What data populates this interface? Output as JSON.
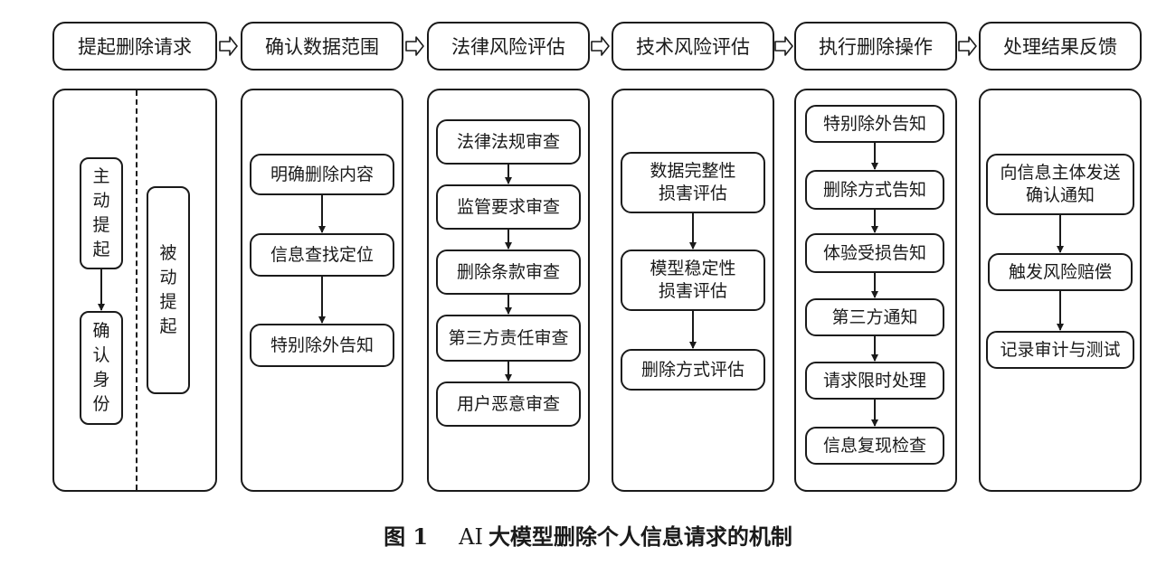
{
  "stages": [
    {
      "header": "提起删除请求",
      "steps": []
    },
    {
      "header": "确认数据范围",
      "steps": [
        "明确删除内容",
        "信息查找定位",
        "特别除外告知"
      ]
    },
    {
      "header": "法律风险评估",
      "steps": [
        "法律法规审查",
        "监管要求审查",
        "删除条款审查",
        "第三方责任审查",
        "用户恶意审查"
      ]
    },
    {
      "header": "技术风险评估",
      "steps": [
        "数据完整性\n损害评估",
        "模型稳定性\n损害评估",
        "删除方式评估"
      ]
    },
    {
      "header": "执行删除操作",
      "steps": [
        "特别除外告知",
        "删除方式告知",
        "体验受损告知",
        "第三方通知",
        "请求限时处理",
        "信息复现检查"
      ]
    },
    {
      "header": "处理结果反馈",
      "steps": [
        "向信息主体发送\n确认通知",
        "触发风险赔偿",
        "记录审计与测试"
      ]
    }
  ],
  "request_types": {
    "active": {
      "label": "主动提起",
      "next": "确认身份"
    },
    "passive": {
      "label": "被动提起"
    }
  },
  "caption": {
    "figure": "图 1",
    "prefix": "AI",
    "text": "大模型删除个人信息请求的机制"
  }
}
